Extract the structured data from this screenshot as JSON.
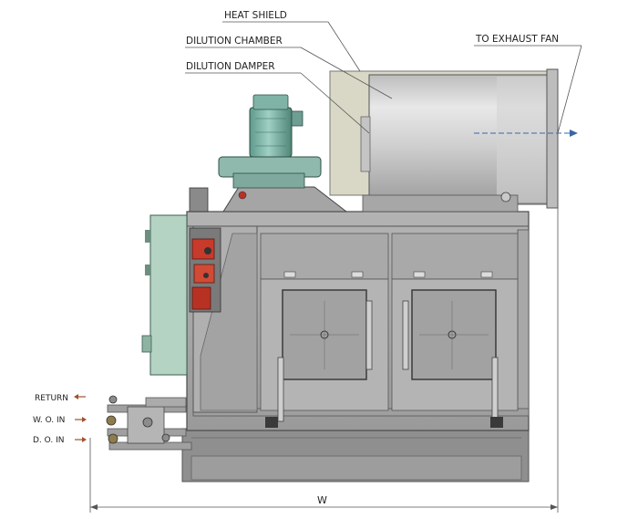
{
  "labels": {
    "heat_shield": "HEAT SHIELD",
    "dilution_chamber": "DILUTION CHAMBER",
    "dilution_damper": "DILUTION DAMPER",
    "to_exhaust_fan": "TO EXHAUST FAN",
    "return": "RETURN",
    "wo_in": "W. O. IN",
    "do_in": "D. O. IN",
    "width_dim": "W"
  },
  "colors": {
    "frame_gray": "#a6a6a6",
    "shield_beige": "#d9d8c6",
    "motor_teal": "#7fb3a6",
    "panel_green": "#b5d3c3",
    "burner_red": "#c83a2a",
    "arrow_blue": "#3a66a6",
    "arrow_brown": "#a0522d"
  }
}
